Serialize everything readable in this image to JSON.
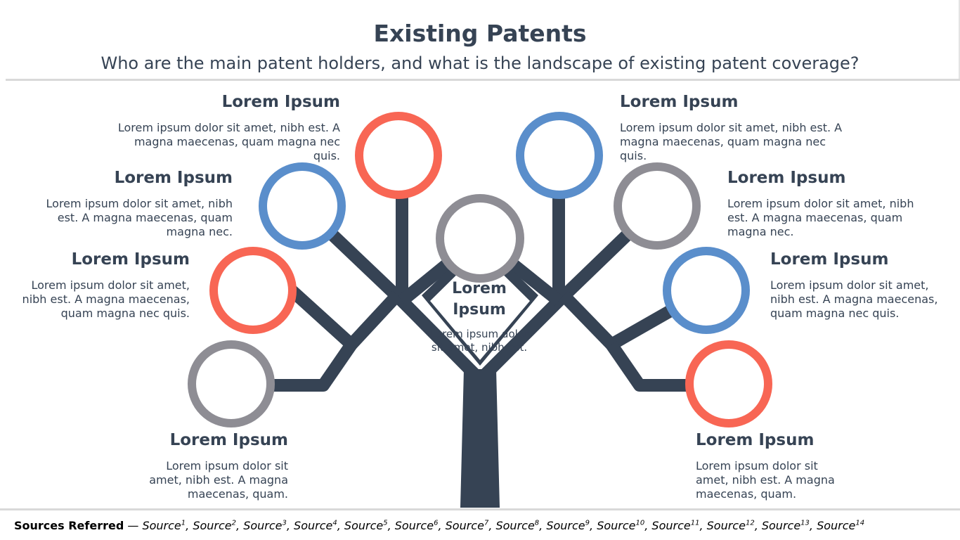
{
  "header": {
    "title": "Existing Patents",
    "subtitle": "Who are the main patent holders, and what is the landscape of existing patent coverage?"
  },
  "colors": {
    "trunk": "#364354",
    "red": "#f86654",
    "blue": "#5a8ecb",
    "gray": "#8e8d94"
  },
  "items": [
    {
      "heading": "Lorem Ipsum",
      "text": "Lorem ipsum dolor sit amet, nibh est. A magna maecenas, quam magna nec quis.",
      "color": "red"
    },
    {
      "heading": "Lorem Ipsum",
      "text": "Lorem ipsum dolor sit amet, nibh est. A magna maecenas, quam magna nec.",
      "color": "blue"
    },
    {
      "heading": "Lorem Ipsum",
      "text": "Lorem ipsum dolor sit amet, nibh est. A magna maecenas, quam magna nec quis.",
      "color": "red"
    },
    {
      "heading": "Lorem Ipsum",
      "text": "Lorem ipsum dolor sit amet, nibh est. A magna maecenas, quam.",
      "color": "gray"
    },
    {
      "heading": "Lorem Ipsum",
      "text": "Lorem ipsum dolor sit amet, nibh est. A magna maecenas, quam magna nec quis.",
      "color": "blue"
    },
    {
      "heading": "Lorem Ipsum",
      "text": "Lorem ipsum dolor sit amet, nibh est. A magna maecenas, quam magna nec.",
      "color": "gray"
    },
    {
      "heading": "Lorem Ipsum",
      "text": "Lorem ipsum dolor sit amet, nibh est. A magna maecenas, quam magna nec quis.",
      "color": "blue"
    },
    {
      "heading": "Lorem Ipsum",
      "text": "Lorem ipsum dolor sit amet, nibh est. A magna maecenas, quam.",
      "color": "red"
    }
  ],
  "center": {
    "heading_line1": "Lorem",
    "heading_line2": "Ipsum",
    "text": "Lorem ipsum dolor sit amet, nibh est.",
    "color": "gray"
  },
  "sources": {
    "label": "Sources Referred",
    "dash": " — ",
    "items": [
      {
        "name": "Source",
        "num": "1"
      },
      {
        "name": "Source",
        "num": "2"
      },
      {
        "name": "Source",
        "num": "3"
      },
      {
        "name": "Source",
        "num": "4"
      },
      {
        "name": "Source",
        "num": "5"
      },
      {
        "name": "Source",
        "num": "6"
      },
      {
        "name": "Source",
        "num": "7"
      },
      {
        "name": "Source",
        "num": "8"
      },
      {
        "name": "Source",
        "num": "9"
      },
      {
        "name": "Source",
        "num": "10"
      },
      {
        "name": "Source",
        "num": "11"
      },
      {
        "name": "Source",
        "num": "12"
      },
      {
        "name": "Source",
        "num": "13"
      },
      {
        "name": "Source",
        "num": "14"
      }
    ]
  }
}
